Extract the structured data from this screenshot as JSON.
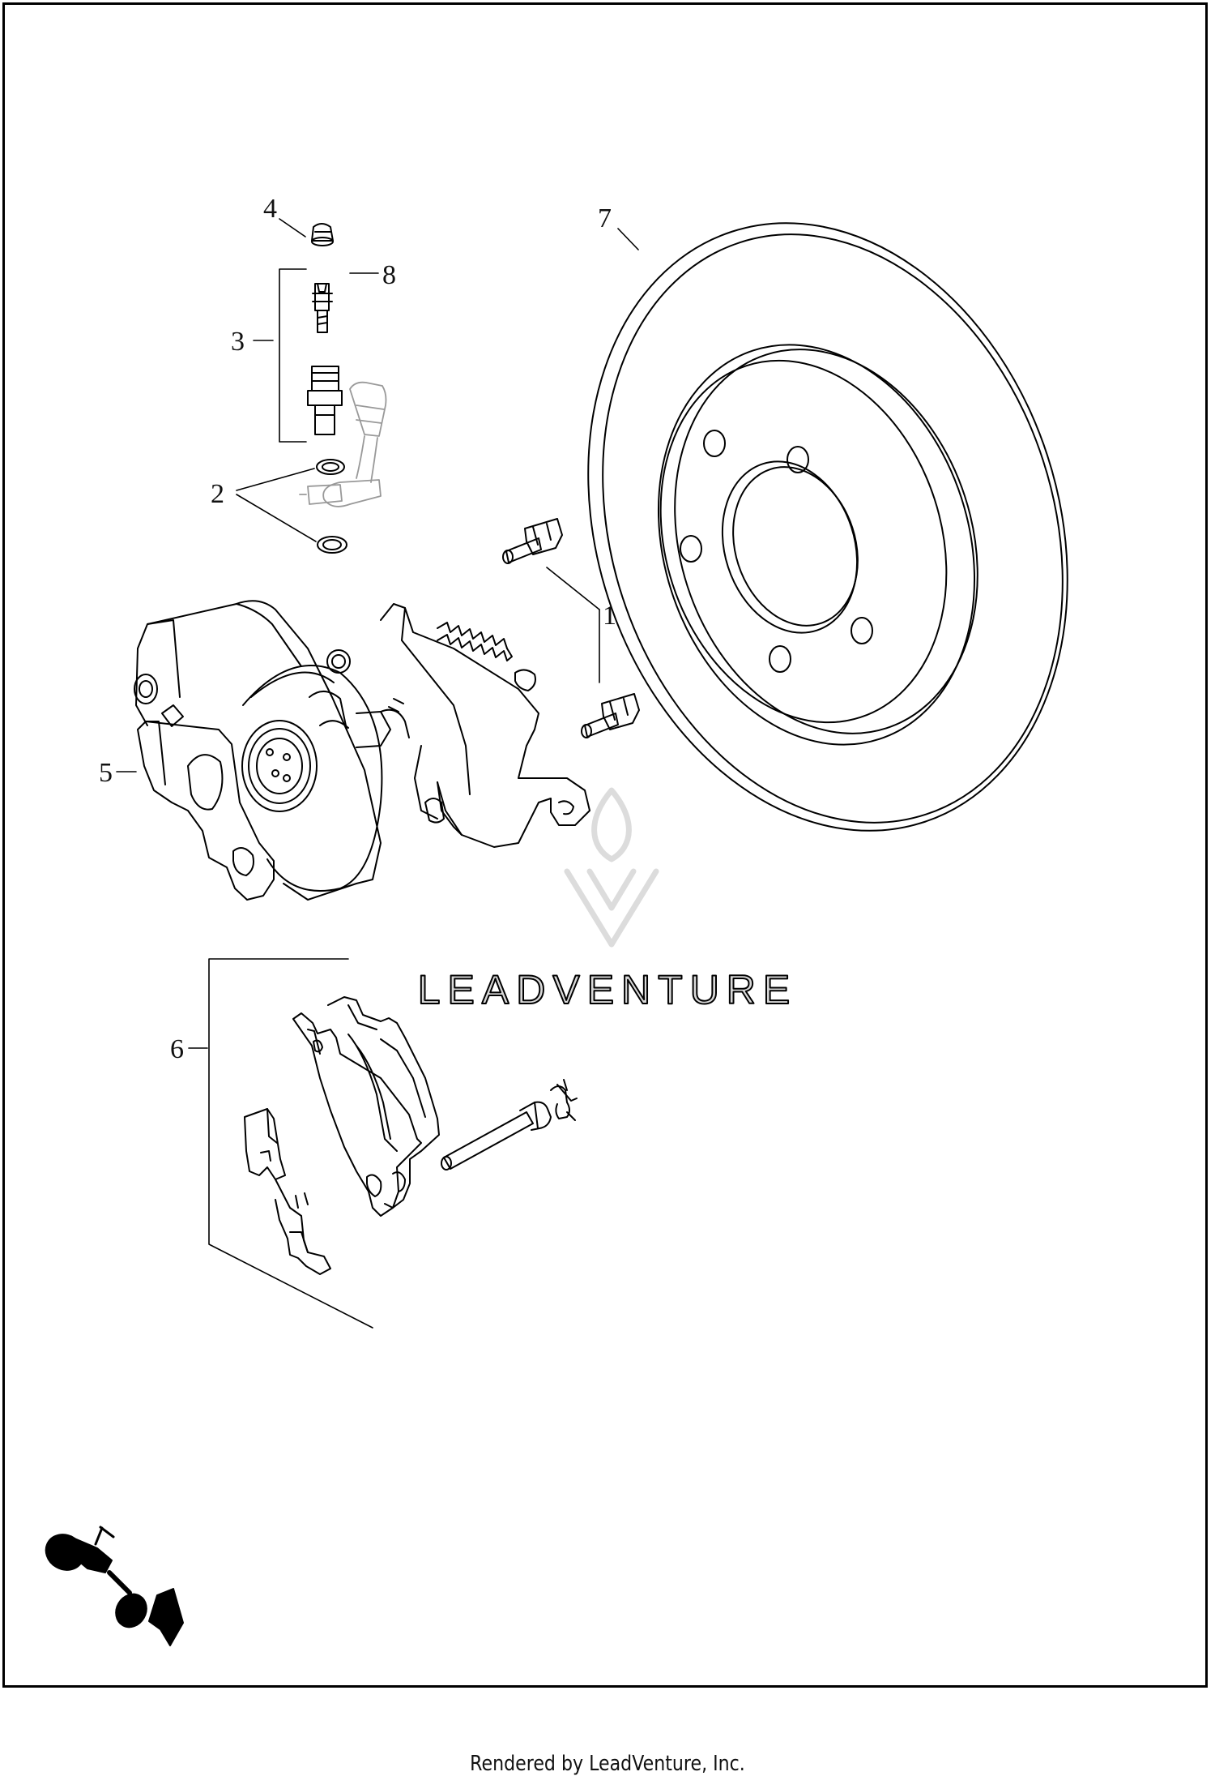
{
  "diagram": {
    "callouts": {
      "c1": "1",
      "c2": "2",
      "c3": "3",
      "c4": "4",
      "c5": "5",
      "c6": "6",
      "c7": "7",
      "c8": "8"
    },
    "watermark": "LEADVENTURE"
  },
  "footer": {
    "text": "Rendered by LeadVenture, Inc."
  }
}
